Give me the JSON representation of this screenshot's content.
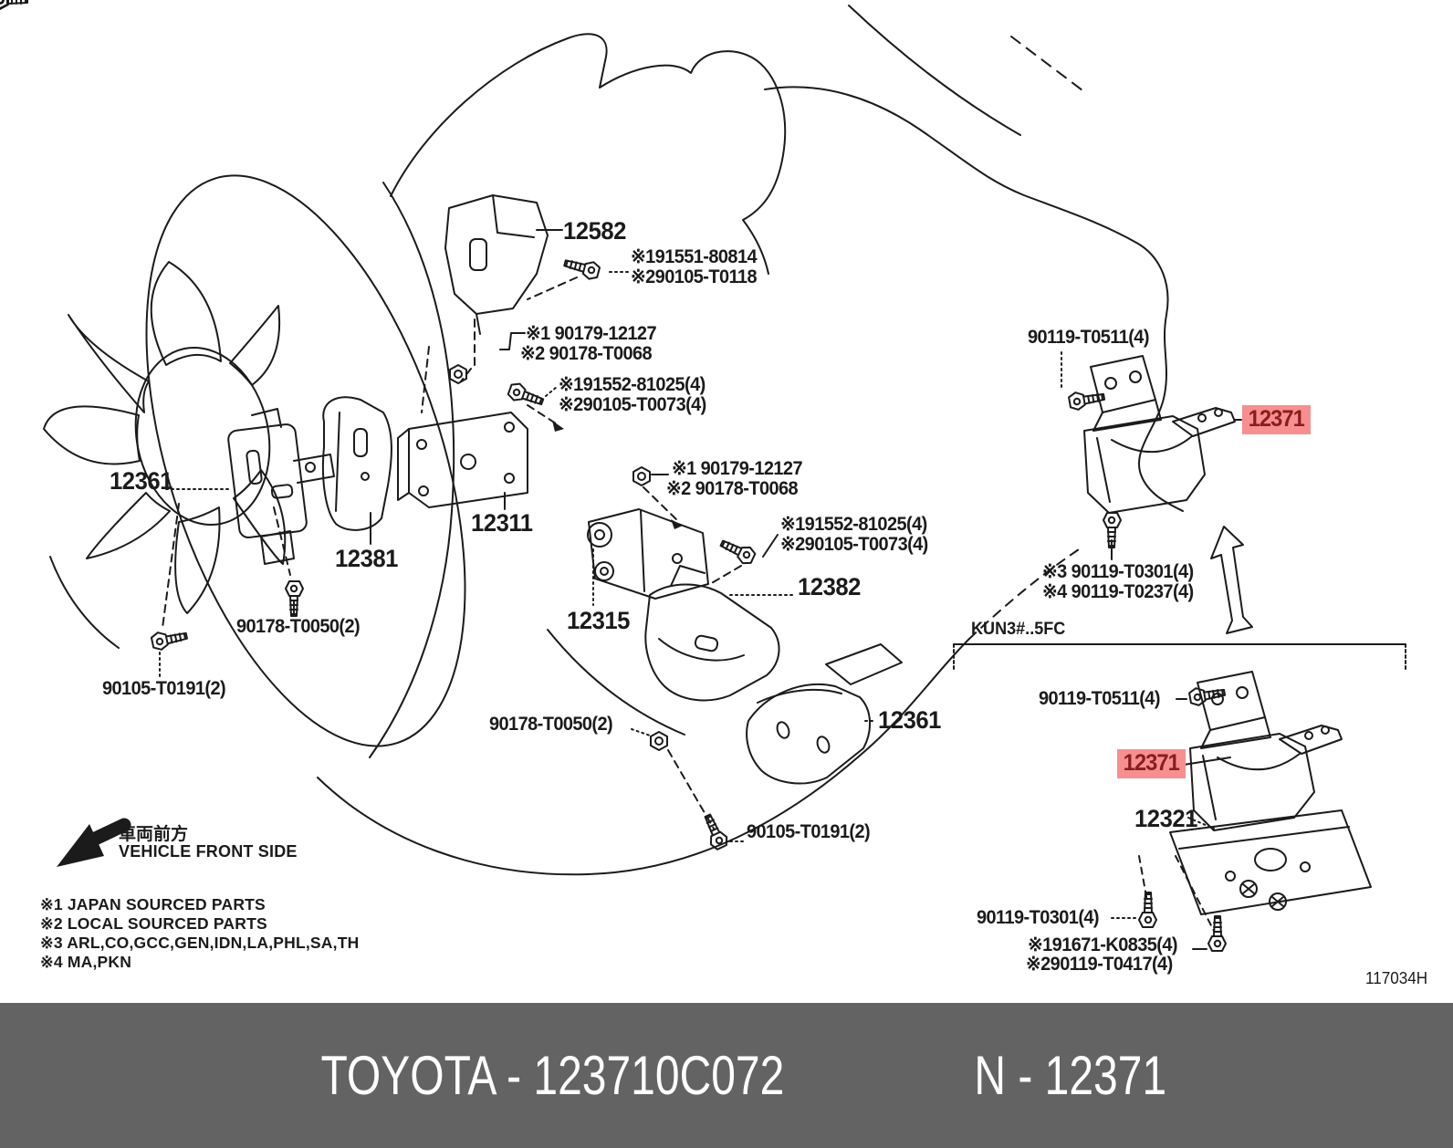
{
  "colors": {
    "line": "#1b1b1b",
    "highlight_bg": "#f69090",
    "highlight_text": "#8c1c1c",
    "footer_bg": "#636363",
    "footer_text": "#ffffff"
  },
  "labels": [
    {
      "text": "12582"
    },
    {
      "text": "※191551-80814"
    },
    {
      "text": "※290105-T0118"
    },
    {
      "text": "※1 90179-12127"
    },
    {
      "text": "※2 90178-T0068"
    },
    {
      "text": "※191552-81025(4)"
    },
    {
      "text": "※290105-T0073(4)"
    },
    {
      "text": "12361"
    },
    {
      "text": "12311"
    },
    {
      "text": "12381"
    },
    {
      "text": "90178-T0050(2)"
    },
    {
      "text": "90105-T0191(2)"
    },
    {
      "text": "※1 90179-12127"
    },
    {
      "text": "※2 90178-T0068"
    },
    {
      "text": "※191552-81025(4)"
    },
    {
      "text": "※290105-T0073(4)"
    },
    {
      "text": "12382"
    },
    {
      "text": "12315"
    },
    {
      "text": "90178-T0050(2)"
    },
    {
      "text": "12361"
    },
    {
      "text": "90105-T0191(2)"
    },
    {
      "text": "90119-T0511(4)"
    },
    {
      "text": "12371",
      "highlighted": true
    },
    {
      "text": "※3 90119-T0301(4)"
    },
    {
      "text": "※4 90119-T0237(4)"
    },
    {
      "text": "KUN3#..5FC"
    },
    {
      "text": "90119-T0511(4)"
    },
    {
      "text": "12371",
      "highlighted": true
    },
    {
      "text": "12321"
    },
    {
      "text": "90119-T0301(4)"
    },
    {
      "text": "※191671-K0835(4)"
    },
    {
      "text": "※290119-T0417(4)"
    },
    {
      "text": "117034H"
    }
  ],
  "front_marker": {
    "jp": "車両前方",
    "en": "VEHICLE FRONT SIDE"
  },
  "notes": [
    "※1 JAPAN SOURCED PARTS",
    "※2 LOCAL SOURCED PARTS",
    "※3 ARL,CO,GCC,GEN,IDN,LA,PHL,SA,TH",
    "※4 MA,PKN"
  ],
  "footer": {
    "left": "TOYOTA - 123710C072",
    "right": "N - 12371"
  }
}
